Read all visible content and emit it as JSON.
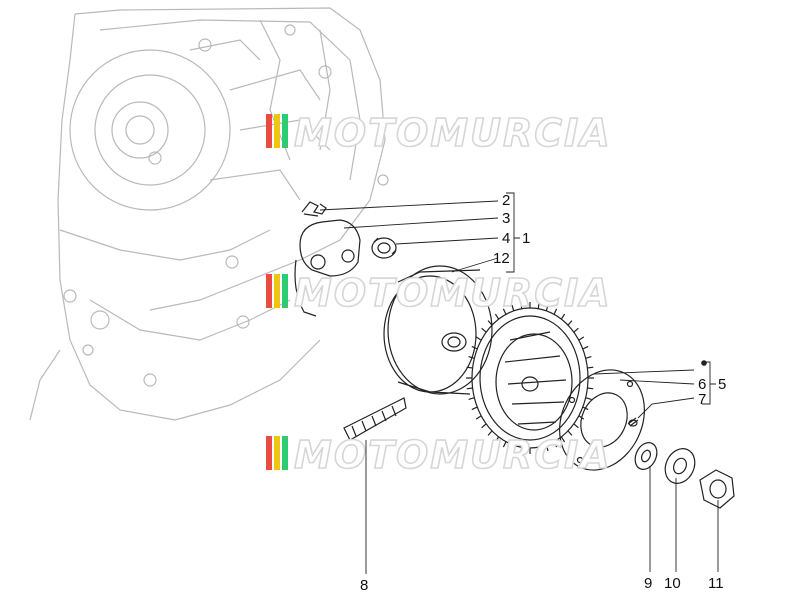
{
  "callouts": {
    "c1": "1",
    "c2": "2",
    "c3": "3",
    "c4": "4",
    "c5": "5",
    "c6": "6",
    "c7": "7",
    "c8": "8",
    "c9": "9",
    "c10": "10",
    "c11": "11",
    "c12": "12"
  },
  "watermark": {
    "text": "MOTOMURCIA",
    "stripe_colors": [
      "#e74c3c",
      "#f1c40f",
      "#2ecc71"
    ]
  },
  "colors": {
    "line": "#222222",
    "ghost": "#b9b9b9"
  },
  "icons": [
    "crankcase-outline",
    "roller-weight-clip",
    "slider-plate",
    "bushing",
    "variator-drum",
    "drive-belt",
    "fan-pulley",
    "cover-plate",
    "washer",
    "nut",
    "screw"
  ]
}
